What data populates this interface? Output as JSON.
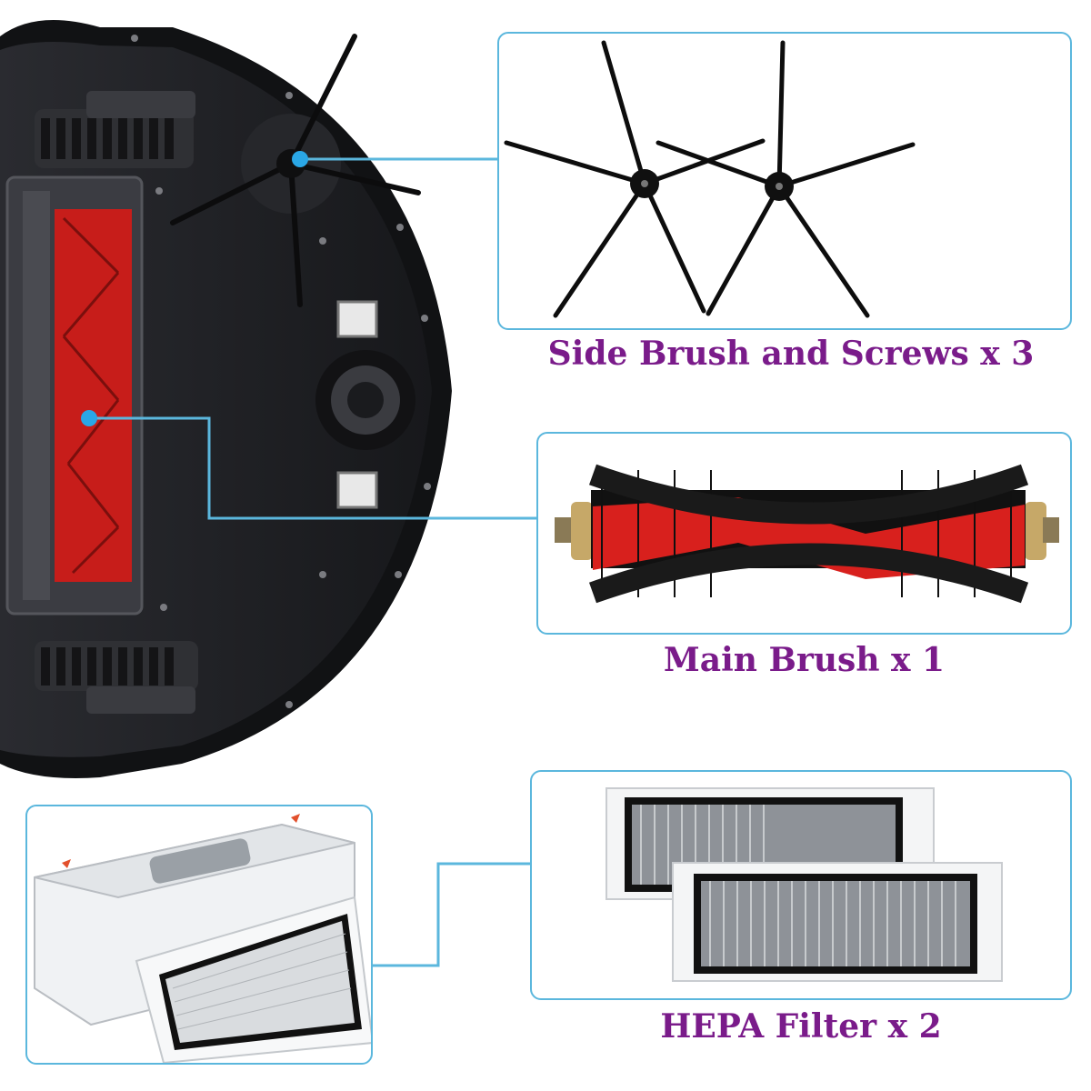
{
  "colors": {
    "accent_line": "#5bb7dd",
    "callout_dot": "#2aa7e6",
    "caption": "#7a1b8a",
    "robot_body": "#1f2024",
    "brush_red": "#d8201d"
  },
  "captions": {
    "side_brush": "Side Brush and Screws x 3",
    "main_brush": "Main Brush x 1",
    "hepa_filter": "HEPA Filter x 2"
  },
  "icons": [
    "robot-vacuum-underside",
    "side-brush-icon",
    "main-brush-icon",
    "hepa-filter-icon",
    "dustbin-icon"
  ]
}
